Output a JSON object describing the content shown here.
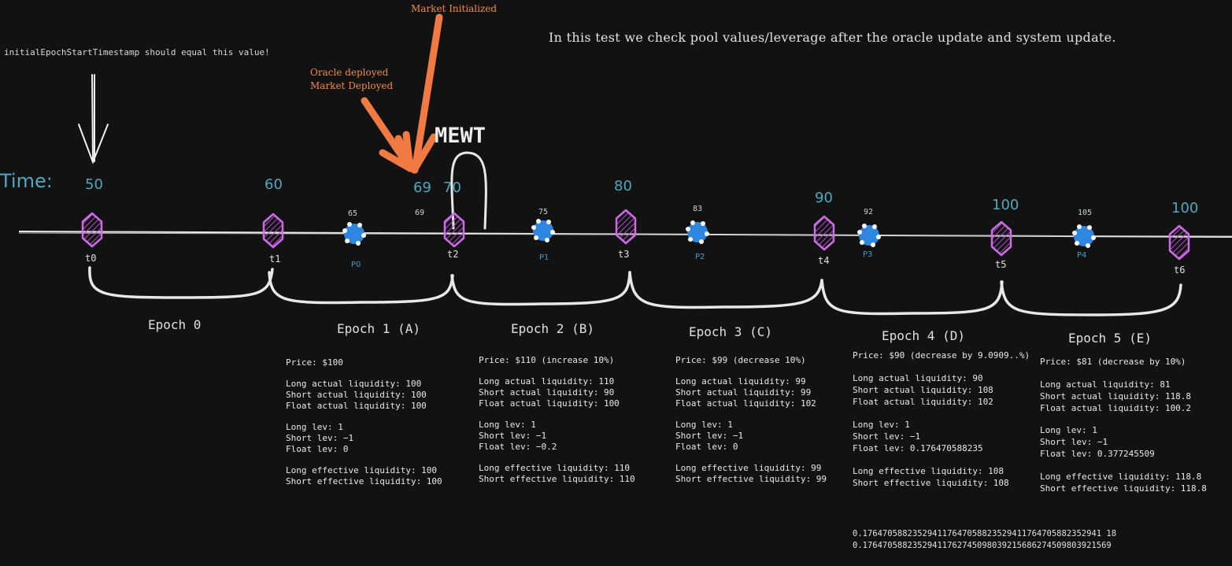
{
  "notes": {
    "top_left": "initialEpochStartTimestamp should equal this value!",
    "headline": "In this test we check pool values/leverage after the oracle update and system update.",
    "market_initialized": "Market Initialized",
    "oracle_deployed": "Oracle deployed",
    "market_deployed": "Market Deployed",
    "mewt": "MEWT",
    "time_label": "Time:"
  },
  "timeline": {
    "time_values": [
      "50",
      "60",
      "69",
      "70",
      "80",
      "90",
      "100",
      "100"
    ],
    "small_69": "69",
    "ticks": [
      "t0",
      "t1",
      "t2",
      "t3",
      "t4",
      "t5",
      "t6"
    ],
    "price_updates": [
      {
        "label": "P0",
        "time": "65"
      },
      {
        "label": "P1",
        "time": "75"
      },
      {
        "label": "P2",
        "time": "83"
      },
      {
        "label": "P3",
        "time": "92"
      },
      {
        "label": "P4",
        "time": "105"
      }
    ]
  },
  "epochs": [
    "Epoch 0",
    "Epoch 1 (A)",
    "Epoch 2 (B)",
    "Epoch 3 (C)",
    "Epoch 4 (D)",
    "Epoch 5 (E)"
  ],
  "epoch_details": [
    {
      "price": "Price: $100",
      "long_actual": "Long actual liquidity: 100",
      "short_actual": "Short actual liquidity: 100",
      "float_actual": "Float actual liquidity: 100",
      "long_lev": "Long lev: 1",
      "short_lev": "Short lev: −1",
      "float_lev": "Float lev: 0",
      "long_eff": "Long effective liquidity: 100",
      "short_eff": "Short effective liquidity: 100"
    },
    {
      "price": "Price: $110 (increase 10%)",
      "long_actual": "Long actual liquidity: 110",
      "short_actual": "Short actual liquidity: 90",
      "float_actual": "Float actual liquidity: 100",
      "long_lev": "Long lev: 1",
      "short_lev": "Short lev: −1",
      "float_lev": "Float lev: −0.2",
      "long_eff": "Long effective liquidity: 110",
      "short_eff": "Short effective liquidity: 110"
    },
    {
      "price": "Price: $99 (decrease 10%)",
      "long_actual": "Long actual liquidity: 99",
      "short_actual": "Short actual liquidity: 99",
      "float_actual": "Float actual liquidity: 102",
      "long_lev": "Long lev: 1",
      "short_lev": "Short lev: −1",
      "float_lev": "Float lev: 0",
      "long_eff": "Long effective liquidity: 99",
      "short_eff": "Short effective liquidity: 99"
    },
    {
      "price": "Price: $90 (decrease by 9.0909..%)",
      "long_actual": "Long actual liquidity: 90",
      "short_actual": "Short actual liquidity: 108",
      "float_actual": "Float actual liquidity: 102",
      "long_lev": "Long lev: 1",
      "short_lev": "Short lev: −1",
      "float_lev": "Float lev: 0.176470588235",
      "long_eff": "Long effective liquidity: 108",
      "short_eff": "Short effective liquidity: 108"
    },
    {
      "price": "Price: $81 (decrease by 10%)",
      "long_actual": "Long actual liquidity: 81",
      "short_actual": "Short actual liquidity: 118.8",
      "float_actual": "Float actual liquidity: 100.2",
      "long_lev": "Long lev: 1",
      "short_lev": "Short lev: −1",
      "float_lev": "Float lev: 0.377245509",
      "long_eff": "Long effective liquidity: 118.8",
      "short_eff": "Short effective liquidity: 118.8"
    }
  ],
  "bottom_numbers": [
    "0.176470588235294117647058823529411764705882352941 18",
    "0.17647058823529411762745098039215686274509803921569"
  ],
  "colors": {
    "background": "#121212",
    "time_blue": "#4fa8c0",
    "hexagon_purple": "#d06be8",
    "price_dot_blue": "#2f86e0",
    "arrow_orange": "#f07a42",
    "line_white": "#e8e8e8"
  }
}
